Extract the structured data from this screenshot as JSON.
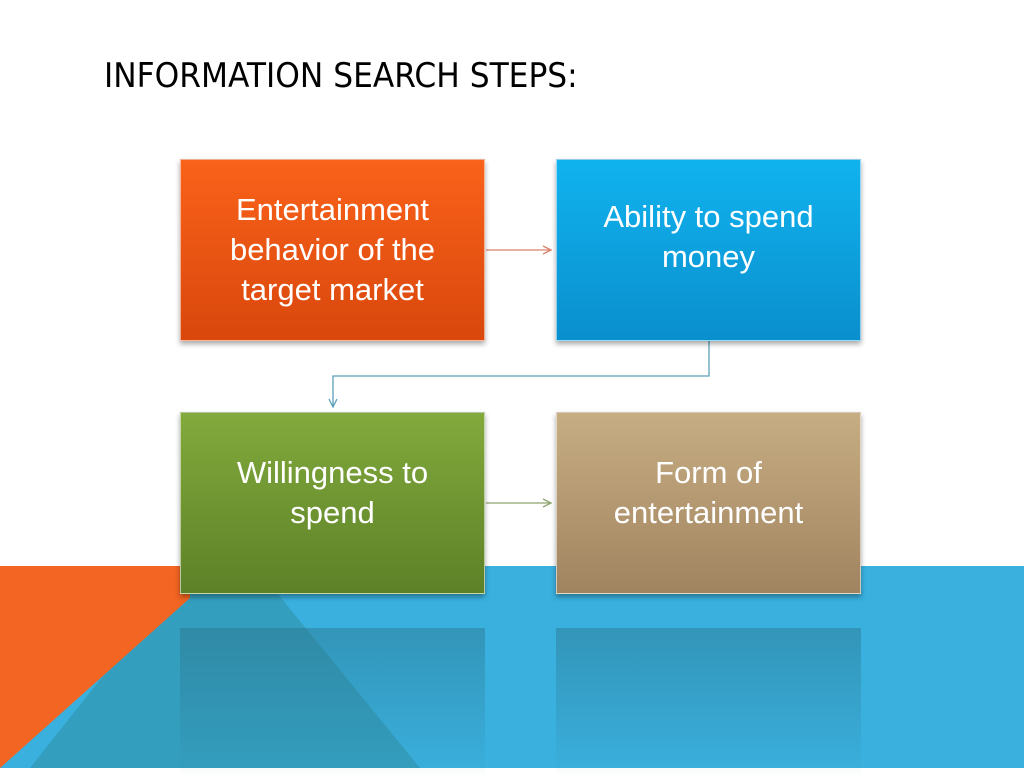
{
  "title": "INFORMATION SEARCH STEPS:",
  "colors": {
    "orange": "#f26522",
    "blue": "#3ab0de",
    "box_orange": "#ef5a14",
    "box_blue": "#0fa8e6",
    "box_green": "#6f9634",
    "box_tan": "#b49a71"
  },
  "steps": [
    {
      "label": "Entertainment behavior of the target market"
    },
    {
      "label": "Ability to spend money"
    },
    {
      "label": "Willingness to spend"
    },
    {
      "label": "Form of entertainment"
    }
  ],
  "connections": [
    {
      "from": 0,
      "to": 1
    },
    {
      "from": 1,
      "to": 2
    },
    {
      "from": 2,
      "to": 3
    }
  ]
}
